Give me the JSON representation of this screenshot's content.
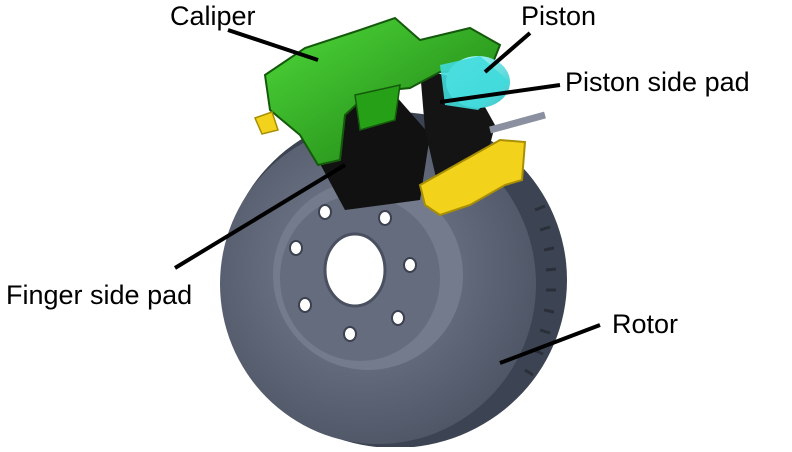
{
  "labels": {
    "caliper": "Caliper",
    "piston": "Piston",
    "piston_side_pad": "Piston side pad",
    "finger_side_pad": "Finger side pad",
    "rotor": "Rotor"
  },
  "colors": {
    "caliper": "#2fae1e",
    "caliper_dark": "#1c6e12",
    "piston": "#5fe6e6",
    "bracket": "#f2d21a",
    "rotor_face": "#5e6678",
    "rotor_edge": "#3c4352",
    "hub": "#6c7486",
    "pad": "#111111",
    "leader": "#000000"
  }
}
